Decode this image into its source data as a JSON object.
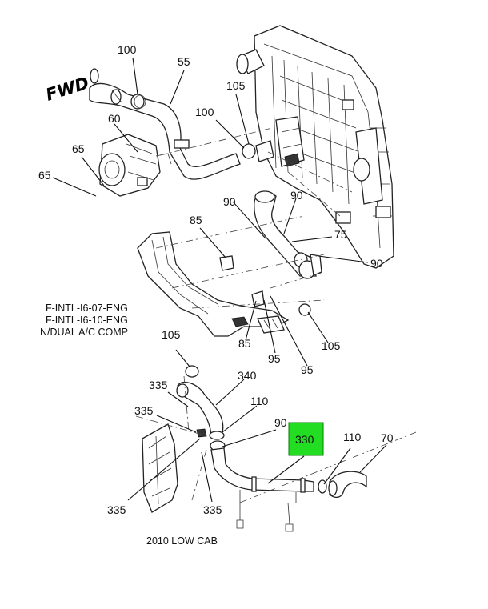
{
  "fwd_label": "FWD",
  "callouts": {
    "c100a": "100",
    "c55": "55",
    "c105a": "105",
    "c100b": "100",
    "c60": "60",
    "c65a": "65",
    "c65b": "65",
    "c90a": "90",
    "c90b": "90",
    "c85": "85",
    "c75": "75",
    "c90c": "90",
    "c85b": "85",
    "c95a": "95",
    "c95b": "95",
    "c105b": "105",
    "c105c": "105",
    "c335a": "335",
    "c340": "340",
    "c335b": "335",
    "c110a": "110",
    "c90d": "90",
    "c330": "330",
    "c110b": "110",
    "c70": "70",
    "c335c": "335",
    "c335d": "335"
  },
  "notes": {
    "line1": "F-INTL-I6-07-ENG",
    "line2": "F-INTL-I6-10-ENG",
    "line3": "N/DUAL A/C COMP",
    "lower_caption": "2010 LOW CAB"
  },
  "highlight": {
    "part_number": "330",
    "color": "#22dd22"
  }
}
